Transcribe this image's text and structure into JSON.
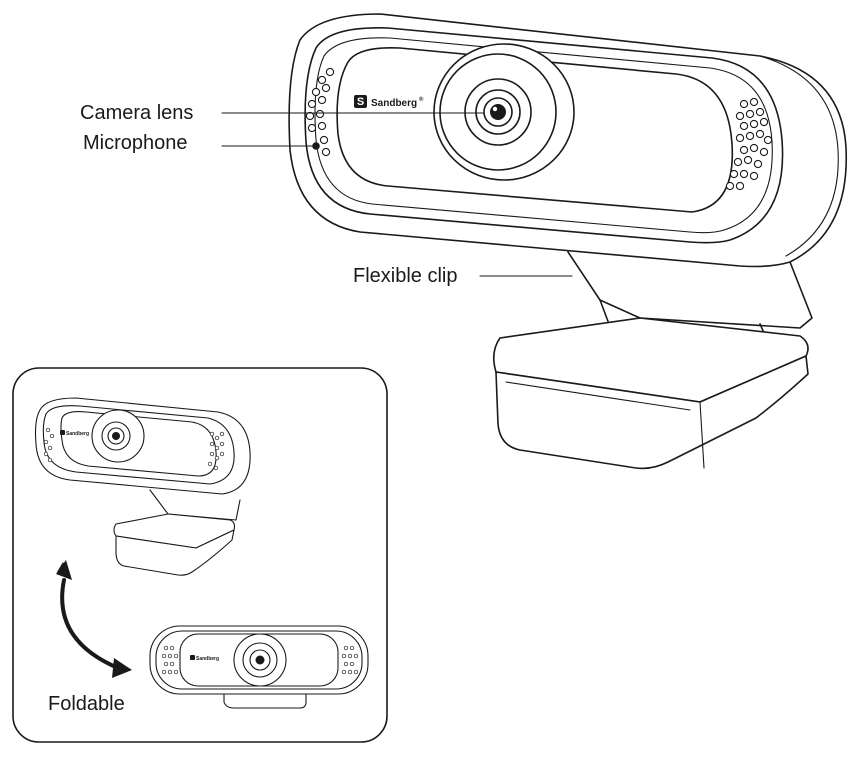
{
  "callouts": {
    "camera_lens": "Camera lens",
    "microphone": "Microphone",
    "flexible_clip": "Flexible clip",
    "foldable": "Foldable"
  },
  "brand": {
    "name": "Sandberg",
    "mark": "S",
    "trademark": "®"
  },
  "icons": [
    "webcam-icon",
    "curved-double-arrow-icon",
    "sandberg-logo-icon"
  ],
  "colors": {
    "ink": "#1a1a1a",
    "background": "#ffffff"
  }
}
